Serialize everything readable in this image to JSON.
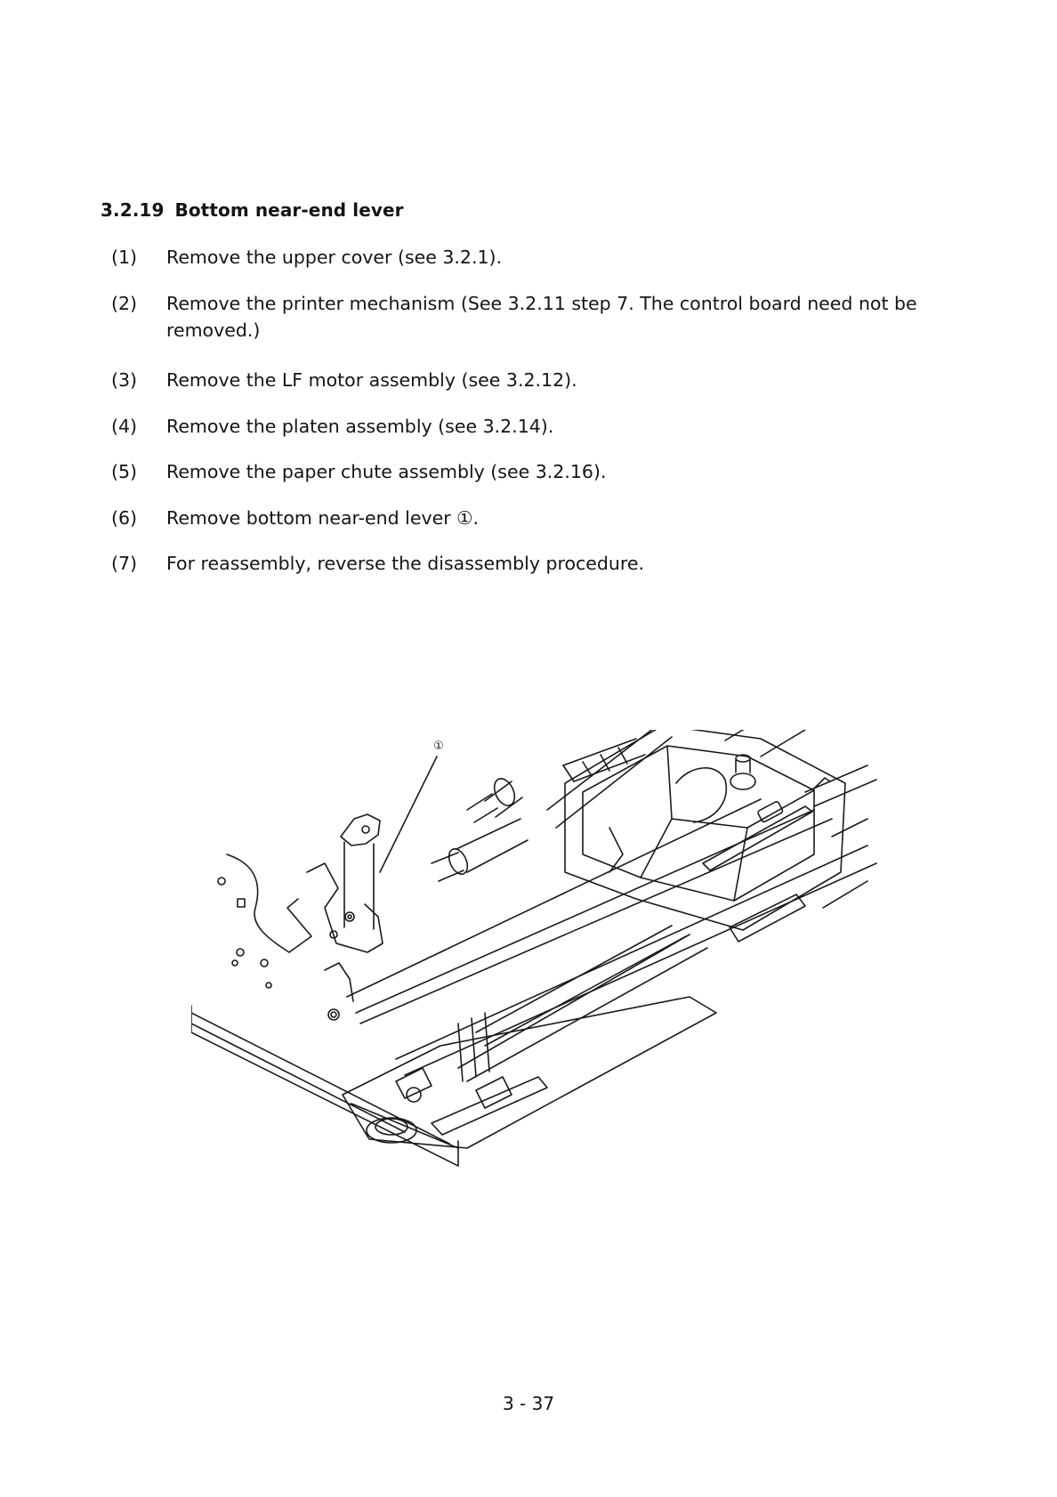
{
  "section": {
    "number": "3.2.19",
    "title": "Bottom near-end lever"
  },
  "steps": [
    {
      "num": "(1)",
      "text": "Remove the upper cover (see 3.2.1)."
    },
    {
      "num": "(2)",
      "text": "Remove the printer mechanism (See 3.2.11 step 7. The control board need not be removed.)"
    },
    {
      "num": "(3)",
      "text": "Remove the LF motor assembly (see 3.2.12)."
    },
    {
      "num": "(4)",
      "text": "Remove the platen assembly (see 3.2.14)."
    },
    {
      "num": "(5)",
      "text": "Remove the paper chute assembly (see 3.2.16)."
    },
    {
      "num": "(6)",
      "text": "Remove bottom near-end lever ①."
    },
    {
      "num": "(7)",
      "text": "For reassembly, reverse the disassembly procedure."
    }
  ],
  "figure": {
    "callout": "①"
  },
  "page_number": "3 - 37"
}
